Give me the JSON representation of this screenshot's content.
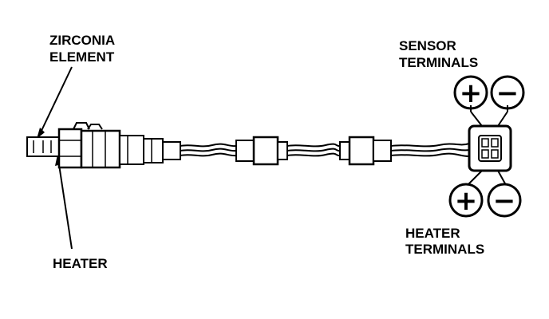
{
  "labels": {
    "zirconia_line1": "ZIRCONIA",
    "zirconia_line2": "ELEMENT",
    "heater": "HEATER",
    "sensor_line1": "SENSOR",
    "sensor_line2": "TERMINALS",
    "heater_terminals_line1": "HEATER",
    "heater_terminals_line2": "TERMINALS"
  },
  "terminal_symbols": {
    "sensor_positive": "+",
    "sensor_negative": "−",
    "heater_positive": "+",
    "heater_negative": "−"
  },
  "colors": {
    "ink": "#000000",
    "background": "#ffffff"
  }
}
